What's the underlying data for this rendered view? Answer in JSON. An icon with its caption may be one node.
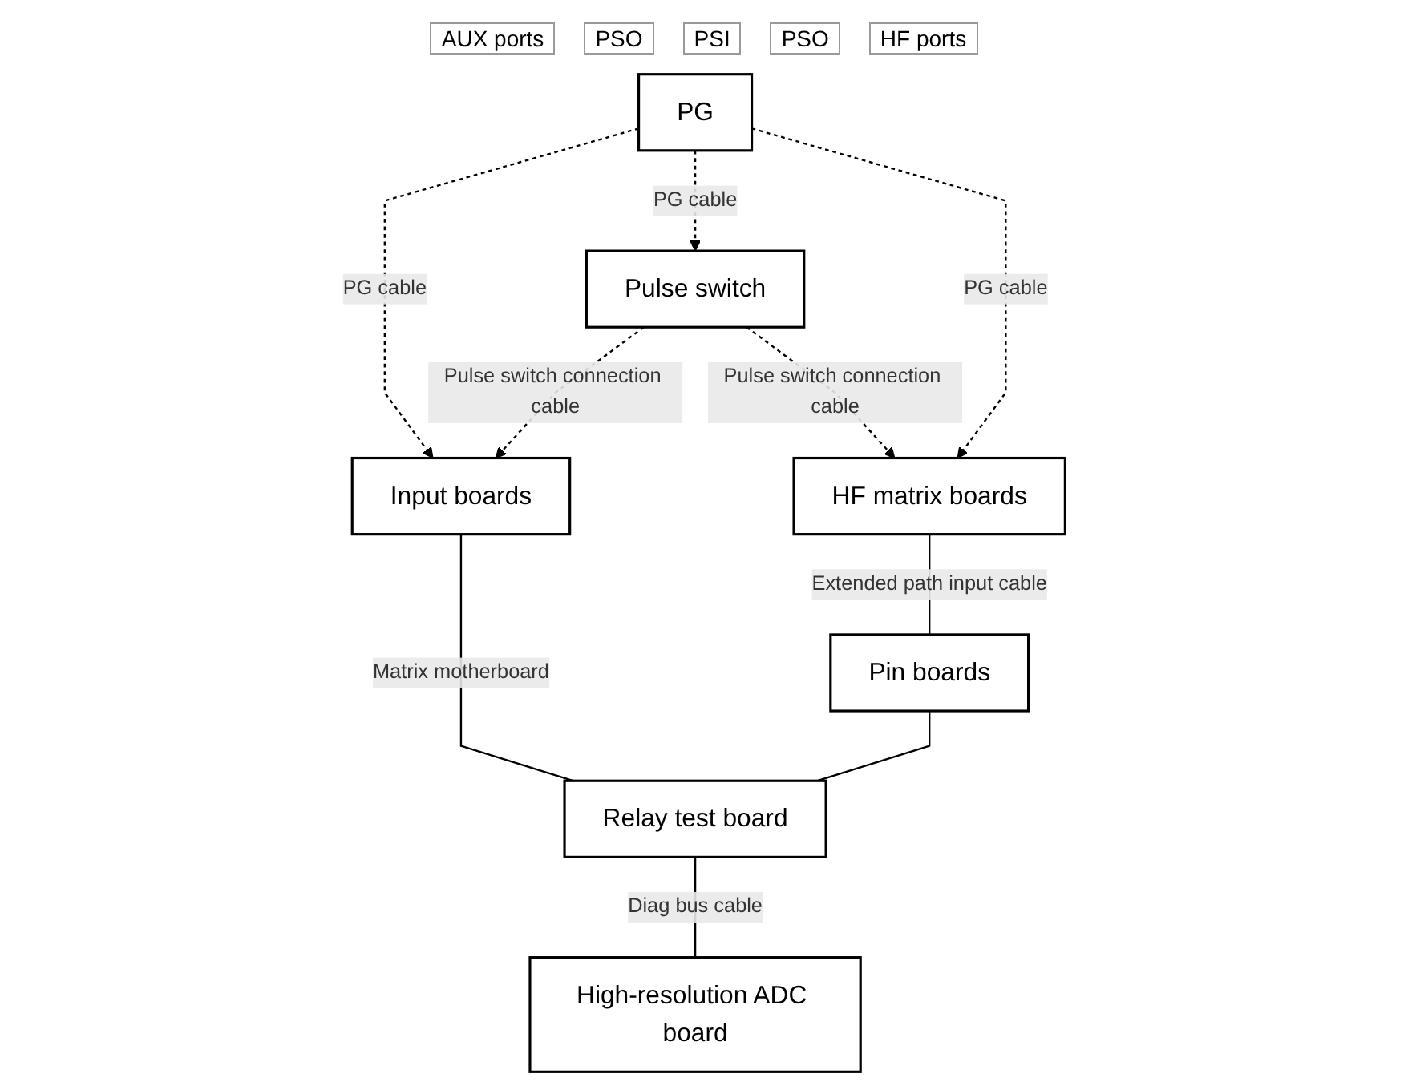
{
  "diagram": {
    "nodes": [
      {
        "text": [
          "PG"
        ]
      },
      {
        "text": [
          "Input boards"
        ]
      },
      {
        "text": [
          "Pulse switch"
        ]
      },
      {
        "text": [
          "HF matrix boards"
        ]
      },
      {
        "text": [
          "Pin boards"
        ]
      },
      {
        "text": [
          "Relay test board"
        ]
      },
      {
        "text": [
          "High-resolution ADC board"
        ]
      }
    ],
    "edges": [
      {
        "from": 0,
        "to": 1,
        "arrow": "to",
        "label": "PG cable",
        "style": "dashed"
      },
      {
        "from": 0,
        "to": 2,
        "arrow": "to",
        "label": "PG cable",
        "style": "dashed"
      },
      {
        "from": 0,
        "to": 3,
        "arrow": "to",
        "label": "PG cable",
        "style": "dashed"
      },
      {
        "from": 2,
        "to": 1,
        "arrow": "to",
        "label": "Pulse switch connection cable",
        "style": "dashed"
      },
      {
        "from": 2,
        "to": 3,
        "arrow": "to",
        "label": "Pulse switch connection cable",
        "style": "dashed"
      },
      {
        "from": 3,
        "to": 4,
        "arrow": "none",
        "label": "Extended path input cable"
      },
      {
        "from": 1,
        "to": 5,
        "arrow": "none",
        "label": "Matrix motherboard"
      },
      {
        "from": 4,
        "to": 5,
        "arrow": "none"
      },
      {
        "from": 5,
        "to": 6,
        "arrow": "none",
        "label": "Diag bus cable"
      }
    ],
    "labels": [
      "AUX ports",
      "PSO",
      "PSI",
      "PSO",
      "HF ports"
    ]
  }
}
